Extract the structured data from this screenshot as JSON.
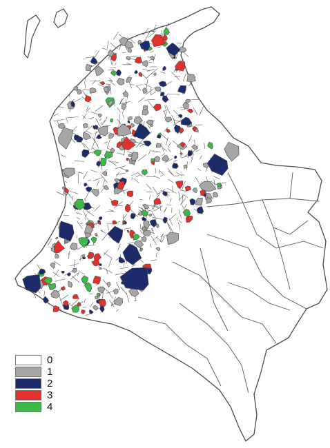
{
  "legend": {
    "items": [
      {
        "label": "0",
        "color": "#ffffff"
      },
      {
        "label": "1",
        "color": "#a6a6a6"
      },
      {
        "label": "2",
        "color": "#1c2b6a"
      },
      {
        "label": "3",
        "color": "#e2302a"
      },
      {
        "label": "4",
        "color": "#3fb84a"
      }
    ]
  },
  "colors": {
    "border": "#4a4a4a",
    "land": "#ffffff"
  }
}
